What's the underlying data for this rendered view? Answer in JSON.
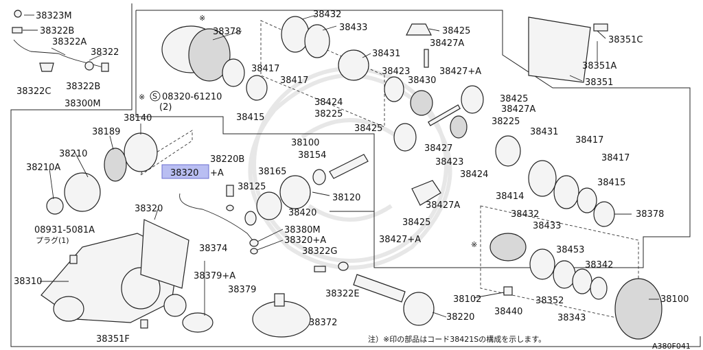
{
  "diagram_id": "A380F041",
  "footnote": "注）※印の部品はコード38421Sの構成を示します。",
  "highlight_color": "#b9bef2",
  "labels": {
    "p38323M": "38323M",
    "p38322B_a": "38322B",
    "p38322A": "38322A",
    "p38322": "38322",
    "p38322B_b": "38322B",
    "p38322C": "38322C",
    "p38300M": "38300M",
    "p38378_a": "38378",
    "p38432_a": "38432",
    "p38433_a": "38433",
    "p38425_a": "38425",
    "p38427A_a": "38427A",
    "p38431_a": "38431",
    "p38427PA_a": "38427+A",
    "p38417_a": "38417",
    "p38417_b": "38417",
    "p38423_a": "38423",
    "p38430": "38430",
    "p38424_a": "38424",
    "p38225_a": "38225",
    "p38415_a": "38415",
    "p08320": "08320-61210",
    "p08320_qty": "(2)",
    "p38351C": "38351C",
    "p38351A": "38351A",
    "p38351": "38351",
    "p38140": "38140",
    "p38189": "38189",
    "p38210": "38210",
    "p38210A": "38210A",
    "p38425_b": "38425",
    "p38427A_b": "38427A",
    "p38225_b": "38225",
    "p38431_b": "38431",
    "p38417_c": "38417",
    "p38417_d": "38417",
    "p38427_b": "38427",
    "p38423_b": "38423",
    "p38424_b": "38424",
    "p38415_b": "38415",
    "p38414": "38414",
    "p38432_b": "38432",
    "p38433_b": "38433",
    "p38378_b": "38378",
    "p38425_c": "38425",
    "p38427A_c": "38427A",
    "p38427PA_b": "38427+A",
    "p38100_a": "38100",
    "p38154": "38154",
    "p38320_hl": "38320",
    "p38320_hl_suffix": "+A",
    "p38220B": "38220B",
    "p38165": "38165",
    "p38125": "38125",
    "p38120": "38120",
    "p38420": "38420",
    "p38320_b": "38320",
    "p08931": "08931-5081A",
    "p_plug": "プラグ(1)",
    "p38380M": "38380M",
    "p38320PA": "38320+A",
    "p38322G": "38322G",
    "p38374": "38374",
    "p38379PA": "38379+A",
    "p38379": "38379",
    "p38310": "38310",
    "p38322E": "38322E",
    "p38372": "38372",
    "p38351F": "38351F",
    "p38220": "38220",
    "p38453": "38453",
    "p38342": "38342",
    "p38352": "38352",
    "p38343": "38343",
    "p38440": "38440",
    "p38102": "38102",
    "p38100_b": "38100"
  }
}
